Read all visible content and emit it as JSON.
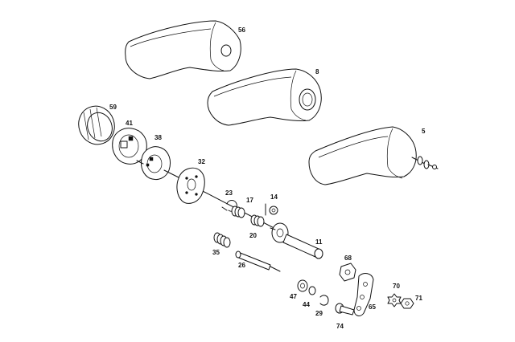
{
  "labels": {
    "p56": "56",
    "p8": "8",
    "p5": "5",
    "p59": "59",
    "p41": "41",
    "p38": "38",
    "p32": "32",
    "p23": "23",
    "p17": "17",
    "p14": "14",
    "p20": "20",
    "p11": "11",
    "p35": "35",
    "p26": "26",
    "p68": "68",
    "p47": "47",
    "p44": "44",
    "p29": "29",
    "p65": "65",
    "p70": "70",
    "p71": "71",
    "p74": "74"
  }
}
